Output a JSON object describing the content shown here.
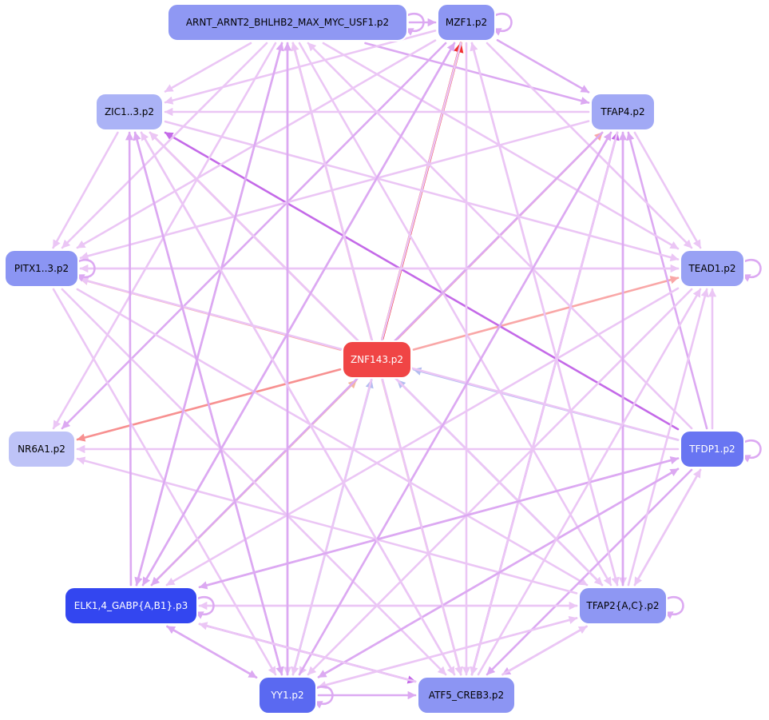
{
  "colors": {
    "lilac_light": "#ebc6f5",
    "lilac": "#dca9f2",
    "purple": "#c46ae8",
    "salmon_light": "#f9a7a7",
    "salmon": "#f79090",
    "red": "#f03030",
    "blue_light": "#b3bdf0",
    "peach": "#f3b79e"
  },
  "nodes": [
    {
      "id": "arnt",
      "label": "ARNT_ARNT2_BHLHB2_MAX_MYC_USF1.p2",
      "fill": "#8f98f3",
      "text": "#000000",
      "self_loop": true
    },
    {
      "id": "mzf1",
      "label": "MZF1.p2",
      "fill": "#8d96f3",
      "text": "#000000",
      "self_loop": true
    },
    {
      "id": "zic",
      "label": "ZIC1..3.p2",
      "fill": "#abb3f6",
      "text": "#000000",
      "self_loop": false
    },
    {
      "id": "tfap4",
      "label": "TFAP4.p2",
      "fill": "#a1a9f5",
      "text": "#000000",
      "self_loop": false
    },
    {
      "id": "pitx",
      "label": "PITX1..3.p2",
      "fill": "#8b95f3",
      "text": "#000000",
      "self_loop": true
    },
    {
      "id": "tead1",
      "label": "TEAD1.p2",
      "fill": "#98a1f4",
      "text": "#000000",
      "self_loop": true
    },
    {
      "id": "znf143",
      "label": "ZNF143.p2",
      "fill": "#f04545",
      "text": "#ffffff",
      "self_loop": false
    },
    {
      "id": "nr6a1",
      "label": "NR6A1.p2",
      "fill": "#bec3f7",
      "text": "#000000",
      "self_loop": false
    },
    {
      "id": "tfdp1",
      "label": "TFDP1.p2",
      "fill": "#6875f2",
      "text": "#ffffff",
      "self_loop": true
    },
    {
      "id": "elk",
      "label": "ELK1,4_GABP{A,B1}.p3",
      "fill": "#3346f0",
      "text": "#ffffff",
      "self_loop": true
    },
    {
      "id": "tfap2",
      "label": "TFAP2{A,C}.p2",
      "fill": "#8e97f3",
      "text": "#000000",
      "self_loop": true
    },
    {
      "id": "yy1",
      "label": "YY1.p2",
      "fill": "#5a69f1",
      "text": "#ffffff",
      "self_loop": true
    },
    {
      "id": "atf5",
      "label": "ATF5_CREB3.p2",
      "fill": "#8c95f3",
      "text": "#000000",
      "self_loop": false
    }
  ],
  "edges": [
    {
      "from": "znf143",
      "to": "mzf1",
      "color": "red"
    },
    {
      "from": "znf143",
      "to": "arnt",
      "color": "salmon_light"
    },
    {
      "from": "znf143",
      "to": "zic",
      "color": "salmon_light"
    },
    {
      "from": "znf143",
      "to": "pitx",
      "color": "salmon_light"
    },
    {
      "from": "znf143",
      "to": "nr6a1",
      "color": "salmon"
    },
    {
      "from": "znf143",
      "to": "tfap4",
      "color": "salmon_light"
    },
    {
      "from": "znf143",
      "to": "tead1",
      "color": "salmon_light"
    },
    {
      "from": "znf143",
      "to": "atf5",
      "color": "peach"
    },
    {
      "from": "elk",
      "to": "znf143",
      "color": "peach"
    },
    {
      "from": "yy1",
      "to": "znf143",
      "color": "blue_light"
    },
    {
      "from": "tfap2",
      "to": "znf143",
      "color": "blue_light"
    },
    {
      "from": "tfdp1",
      "to": "znf143",
      "color": "blue_light"
    },
    {
      "from": "tfdp1",
      "to": "zic",
      "color": "purple"
    },
    {
      "from": "atf5",
      "to": "tfap4",
      "color": "purple"
    },
    {
      "from": "elk",
      "to": "atf5",
      "color": "purple"
    },
    {
      "from": "tfdp1",
      "to": "tfap4",
      "color": "lilac"
    },
    {
      "from": "arnt",
      "to": "mzf1",
      "color": "lilac"
    },
    {
      "from": "arnt",
      "to": "zic",
      "color": "lilac_light"
    },
    {
      "from": "arnt",
      "to": "tfap4",
      "color": "lilac"
    },
    {
      "from": "arnt",
      "to": "tead1",
      "color": "lilac_light"
    },
    {
      "from": "arnt",
      "to": "pitx",
      "color": "lilac_light"
    },
    {
      "from": "arnt",
      "to": "tfap2",
      "color": "lilac_light"
    },
    {
      "from": "arnt",
      "to": "atf5",
      "color": "lilac_light"
    },
    {
      "from": "arnt",
      "to": "yy1",
      "color": "lilac_light"
    },
    {
      "from": "arnt",
      "to": "elk",
      "color": "lilac"
    },
    {
      "from": "arnt",
      "to": "nr6a1",
      "color": "lilac_light"
    },
    {
      "from": "mzf1",
      "to": "tfap4",
      "color": "lilac"
    },
    {
      "from": "mzf1",
      "to": "zic",
      "color": "lilac_light"
    },
    {
      "from": "mzf1",
      "to": "pitx",
      "color": "lilac_light"
    },
    {
      "from": "mzf1",
      "to": "tead1",
      "color": "lilac_light"
    },
    {
      "from": "mzf1",
      "to": "elk",
      "color": "lilac"
    },
    {
      "from": "mzf1",
      "to": "yy1",
      "color": "lilac_light"
    },
    {
      "from": "mzf1",
      "to": "atf5",
      "color": "lilac_light"
    },
    {
      "from": "mzf1",
      "to": "nr6a1",
      "color": "lilac"
    },
    {
      "from": "mzf1",
      "to": "tfap2",
      "color": "lilac_light"
    },
    {
      "from": "tfap4",
      "to": "zic",
      "color": "lilac_light"
    },
    {
      "from": "tfap4",
      "to": "tead1",
      "color": "lilac_light"
    },
    {
      "from": "tfap4",
      "to": "pitx",
      "color": "lilac_light"
    },
    {
      "from": "tfap4",
      "to": "elk",
      "color": "lilac"
    },
    {
      "from": "tfap4",
      "to": "yy1",
      "color": "lilac_light"
    },
    {
      "from": "tfap4",
      "to": "atf5",
      "color": "lilac_light"
    },
    {
      "from": "tfap4",
      "to": "tfap2",
      "color": "lilac_light"
    },
    {
      "from": "zic",
      "to": "pitx",
      "color": "lilac_light"
    },
    {
      "from": "zic",
      "to": "tead1",
      "color": "lilac_light"
    },
    {
      "from": "zic",
      "to": "yy1",
      "color": "lilac"
    },
    {
      "from": "zic",
      "to": "atf5",
      "color": "lilac_light"
    },
    {
      "from": "zic",
      "to": "tfap2",
      "color": "lilac_light"
    },
    {
      "from": "pitx",
      "to": "tead1",
      "color": "lilac_light"
    },
    {
      "from": "pitx",
      "to": "atf5",
      "color": "lilac_light"
    },
    {
      "from": "pitx",
      "to": "tfap2",
      "color": "lilac_light"
    },
    {
      "from": "pitx",
      "to": "yy1",
      "color": "lilac_light"
    },
    {
      "from": "tead1",
      "to": "elk",
      "color": "lilac_light"
    },
    {
      "from": "tead1",
      "to": "yy1",
      "color": "lilac_light"
    },
    {
      "from": "tead1",
      "to": "pitx",
      "color": "lilac_light"
    },
    {
      "from": "tfdp1",
      "to": "nr6a1",
      "color": "lilac_light"
    },
    {
      "from": "tfdp1",
      "to": "pitx",
      "color": "lilac_light"
    },
    {
      "from": "tfdp1",
      "to": "elk",
      "color": "lilac"
    },
    {
      "from": "tfdp1",
      "to": "yy1",
      "color": "lilac"
    },
    {
      "from": "tfdp1",
      "to": "atf5",
      "color": "lilac"
    },
    {
      "from": "tfdp1",
      "to": "tead1",
      "color": "lilac_light"
    },
    {
      "from": "tfdp1",
      "to": "arnt",
      "color": "lilac_light"
    },
    {
      "from": "tfdp1",
      "to": "tfap2",
      "color": "lilac_light"
    },
    {
      "from": "tfap2",
      "to": "tfdp1",
      "color": "lilac_light"
    },
    {
      "from": "tfap2",
      "to": "tead1",
      "color": "lilac_light"
    },
    {
      "from": "tfap2",
      "to": "tfap4",
      "color": "lilac"
    },
    {
      "from": "tfap2",
      "to": "mzf1",
      "color": "lilac_light"
    },
    {
      "from": "tfap2",
      "to": "elk",
      "color": "lilac_light"
    },
    {
      "from": "tfap2",
      "to": "yy1",
      "color": "lilac_light"
    },
    {
      "from": "tfap2",
      "to": "atf5",
      "color": "lilac"
    },
    {
      "from": "tfap2",
      "to": "nr6a1",
      "color": "lilac_light"
    },
    {
      "from": "tfap2",
      "to": "zic",
      "color": "lilac_light"
    },
    {
      "from": "elk",
      "to": "tfap2",
      "color": "lilac_light"
    },
    {
      "from": "elk",
      "to": "yy1",
      "color": "lilac"
    },
    {
      "from": "elk",
      "to": "zic",
      "color": "lilac"
    },
    {
      "from": "elk",
      "to": "mzf1",
      "color": "lilac"
    },
    {
      "from": "elk",
      "to": "arnt",
      "color": "lilac"
    },
    {
      "from": "elk",
      "to": "tfdp1",
      "color": "lilac"
    },
    {
      "from": "yy1",
      "to": "elk",
      "color": "lilac"
    },
    {
      "from": "yy1",
      "to": "atf5",
      "color": "lilac"
    },
    {
      "from": "yy1",
      "to": "tfap2",
      "color": "lilac_light"
    },
    {
      "from": "yy1",
      "to": "arnt",
      "color": "lilac"
    },
    {
      "from": "yy1",
      "to": "zic",
      "color": "lilac"
    },
    {
      "from": "yy1",
      "to": "tfdp1",
      "color": "lilac"
    },
    {
      "from": "yy1",
      "to": "tfap4",
      "color": "lilac"
    },
    {
      "from": "atf5",
      "to": "elk",
      "color": "lilac_light"
    },
    {
      "from": "atf5",
      "to": "tfap2",
      "color": "lilac_light"
    },
    {
      "from": "atf5",
      "to": "tead1",
      "color": "lilac_light"
    },
    {
      "from": "atf5",
      "to": "zic",
      "color": "lilac_light"
    },
    {
      "from": "atf5",
      "to": "arnt",
      "color": "lilac_light"
    }
  ]
}
